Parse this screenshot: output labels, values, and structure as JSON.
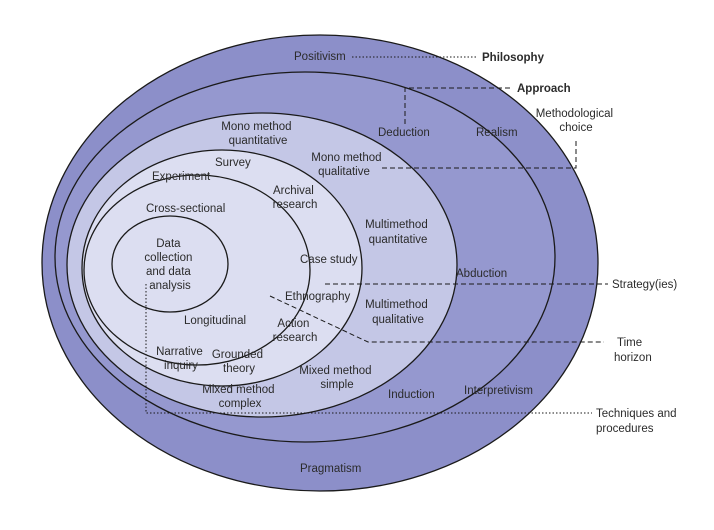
{
  "colors": {
    "outer_layer": "#8c8fc9",
    "middle_layer": "#9598cf",
    "inner_layer": "#c4c7e6",
    "core_layer": "#dcdef1",
    "line": "#1a1a1a",
    "text": "#2b2b2b"
  },
  "layers": {
    "philosophy": {
      "positivism": "Positivism",
      "realism": "Realism",
      "interpretivism": "Interpretivism",
      "pragmatism": "Pragmatism"
    },
    "approach": {
      "deduction": "Deduction",
      "abduction": "Abduction",
      "induction": "Induction"
    },
    "methodological_choice": {
      "mono_quant": [
        "Mono method",
        "quantitative"
      ],
      "mono_qual": [
        "Mono method",
        "qualitative"
      ],
      "multi_quant": [
        "Multimethod",
        "quantitative"
      ],
      "multi_qual": [
        "Multimethod",
        "qualitative"
      ],
      "mixed_simple": [
        "Mixed method",
        "simple"
      ],
      "mixed_complex": [
        "Mixed method",
        "complex"
      ]
    },
    "strategies": {
      "survey": "Survey",
      "experiment": "Experiment",
      "archival": [
        "Archival",
        "research"
      ],
      "case_study": "Case study",
      "ethnography": "Ethnography",
      "action_research": [
        "Action",
        "research"
      ],
      "grounded_theory": [
        "Grounded",
        "theory"
      ],
      "narrative_inquiry": [
        "Narrative",
        "inquiry"
      ]
    },
    "time_horizon": {
      "cross_sectional": "Cross-sectional",
      "longitudinal": "Longitudinal"
    },
    "core": {
      "text": [
        "Data",
        "collection",
        "and data",
        "analysis"
      ]
    }
  },
  "legend": {
    "philosophy": "Philosophy",
    "approach": "Approach",
    "methodological_choice": [
      "Methodological",
      "choice"
    ],
    "strategies": "Strategy(ies)",
    "time_horizon": [
      "Time",
      "horizon"
    ],
    "techniques": [
      "Techniques and",
      "procedures"
    ]
  }
}
